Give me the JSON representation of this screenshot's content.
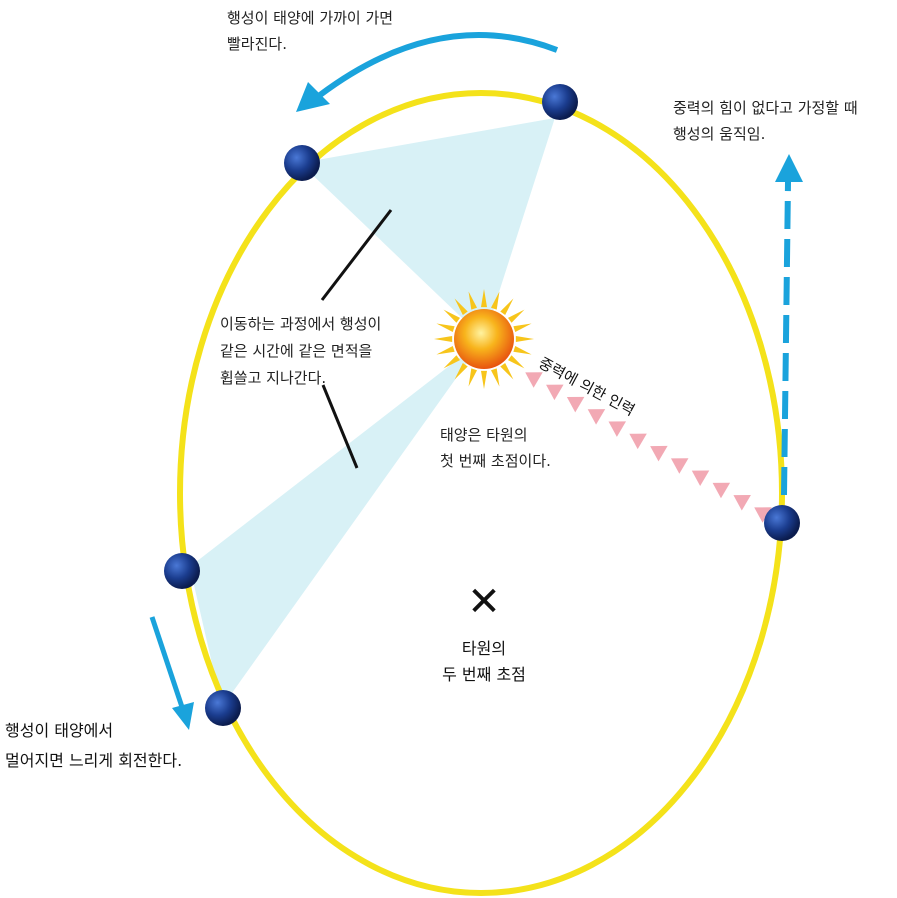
{
  "labels": {
    "approach": [
      "행성이 태양에 가까이 가면",
      "빨라진다."
    ],
    "inertial": [
      "중력의 힘이 없다고 가정할 때",
      "행성의 움직임."
    ],
    "equal_area": [
      "이동하는 과정에서 행성이",
      "같은 시간에 같은 면적을",
      "휩쓸고 지나간다."
    ],
    "sun_focus": [
      "태양은 타원의",
      "첫 번째 초점이다."
    ],
    "gravity": "중력에 의한 인력",
    "second_focus": [
      "타원의",
      "두 번째 초점"
    ],
    "recede": [
      "행성이 태양에서",
      "멀어지면 느리게 회전한다."
    ],
    "focus_mark": "✕"
  },
  "colors": {
    "orbit": "#f4e21a",
    "sweep_area": "#d8f1f6",
    "motion_arrow": "#1aa3dc",
    "gravity_arrow": "#f2a9b4",
    "planet": "#1b3d8f",
    "sun_core": "#f5a623",
    "sun_rays": "#f7c51b"
  }
}
